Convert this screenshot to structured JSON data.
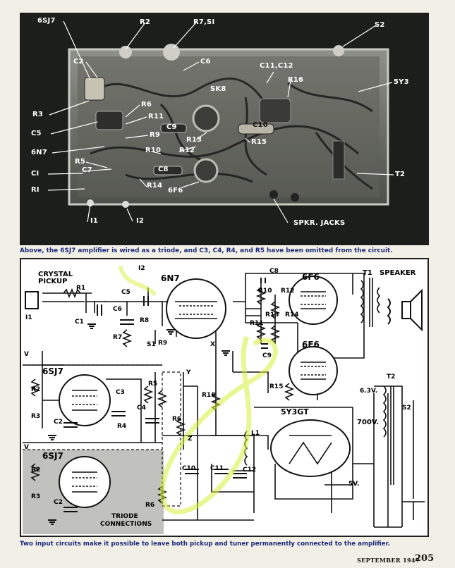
{
  "photo": {
    "labels": {
      "6sj7": "6SJ7",
      "r2": "R2",
      "r7s1": "R7,SI",
      "s2": "S2",
      "c2": "C2",
      "c6": "C6",
      "c11c12": "C11,C12",
      "r16": "R16",
      "5y3": "5Y3",
      "r3": "R3",
      "r6": "R6",
      "sk8": "SK8",
      "r11": "R11",
      "c9": "C9",
      "c10": "C10",
      "c5": "C5",
      "r9": "R9",
      "r13": "R13",
      "r15": "R15",
      "6n7": "6N7",
      "r10": "R10",
      "r12": "R12",
      "r5": "R5",
      "c7": "C7",
      "c8": "C8",
      "c1": "CI",
      "t2": "T2",
      "r14": "R14",
      "r1": "RI",
      "6f6": "6F6",
      "i1": "I1",
      "i2": "I2",
      "spkr": "SPKR. JACKS"
    }
  },
  "captions": {
    "top": "Above, the 6SJ7 amplifier is wired as a triode, and C3, C4, R4, and R5 have been omitted from the circuit.",
    "bottom": "Two input circuits make it possible to leave both pickup and tuner permanently connected to the amplifier."
  },
  "schematic": {
    "labels": {
      "crystal": "CRYSTAL",
      "pickup": "PICKUP",
      "i1": "I1",
      "i2": "I2",
      "r1": "R1",
      "c1": "C1",
      "c5": "C5",
      "c6": "C6",
      "r8": "R8",
      "r7": "R7",
      "s1": "S1",
      "r9": "R9",
      "6n7": "6N7",
      "c8": "C8",
      "r10": "R10",
      "r12": "R12",
      "r11": "R11",
      "r13": "R13",
      "r14": "R14",
      "c9": "C9",
      "6f6a": "6F6",
      "6f6b": "6F6",
      "t1": "T1",
      "speaker": "SPEAKER",
      "v1": "V",
      "6sj7a": "6SJ7",
      "r2a": "R2",
      "r3a": "R3",
      "c2a": "C2",
      "c3": "C3",
      "r4": "R4",
      "c4": "C4",
      "r5": "R5",
      "r6a": "R6",
      "r16": "R16",
      "r15": "R15",
      "l1": "L1",
      "5y3": "5Y3GT",
      "t2": "T2",
      "s2": "S2",
      "v63": "6.3V.",
      "v700": "700V.",
      "v5": "5V.",
      "c10": "C10",
      "c11": "C11",
      "c12": "C12",
      "v2": "V",
      "6sj7b": "6SJ7",
      "r2b": "R2",
      "r3b": "R3",
      "c2b": "C2",
      "r6b": "R6",
      "triode1": "TRIODE",
      "triode2": "CONNECTIONS",
      "x": "X",
      "y": "Y",
      "z": "Z"
    }
  },
  "footer": {
    "month": "SEPTEMBER 1947",
    "page": "205"
  }
}
